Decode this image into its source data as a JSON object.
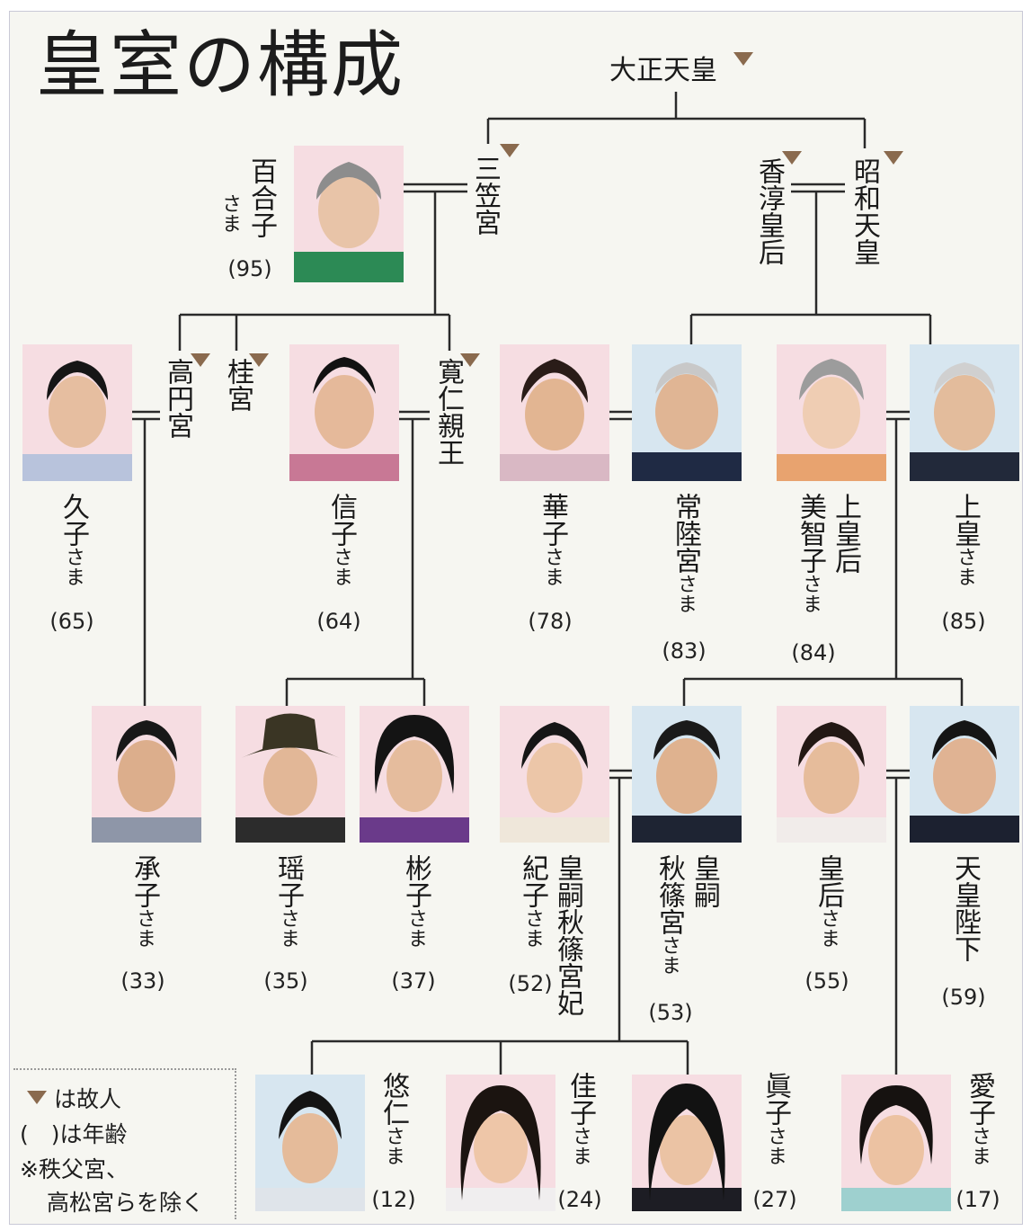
{
  "title": "皇室の構成",
  "emperor_taisho": "大正天皇",
  "people": {
    "yuriko": {
      "name": "百合子",
      "honor": "さま",
      "age": "(95)"
    },
    "mikasa": {
      "name": "三笠宮"
    },
    "kojun": {
      "name": "香淳皇后"
    },
    "showa": {
      "name": "昭和天皇"
    },
    "hisako": {
      "name": "久子",
      "honor": "さま",
      "age": "(65)"
    },
    "takamado": {
      "name": "高円宮"
    },
    "katsura": {
      "name": "桂宮"
    },
    "nobuko": {
      "name": "信子",
      "honor": "さま",
      "age": "(64)"
    },
    "tomohito": {
      "name": "寛仁親王"
    },
    "hanako": {
      "name": "華子",
      "honor": "さま",
      "age": "(78)"
    },
    "hitachi": {
      "name": "常陸宮",
      "honor": "さま",
      "age": "(83)"
    },
    "michiko": {
      "title": "上皇后",
      "name": "美智子",
      "honor": "さま",
      "age": "(84)"
    },
    "joko": {
      "name": "上皇",
      "honor": "さま",
      "age": "(85)"
    },
    "tsuguko": {
      "name": "承子",
      "honor": "さま",
      "age": "(33)"
    },
    "yoko": {
      "name": "瑶子",
      "honor": "さま",
      "age": "(35)"
    },
    "akiko": {
      "name": "彬子",
      "honor": "さま",
      "age": "(37)"
    },
    "kiko": {
      "title": "皇嗣秋篠宮妃",
      "name": "紀子",
      "honor": "さま",
      "age": "(52)"
    },
    "akishino": {
      "title": "皇嗣",
      "name": "秋篠宮",
      "honor": "さま",
      "age": "(53)"
    },
    "kogo": {
      "name": "皇后",
      "honor": "さま",
      "age": "(55)"
    },
    "tenno": {
      "name": "天皇陛下",
      "age": "(59)"
    },
    "hisahito": {
      "name": "悠仁",
      "honor": "さま",
      "age": "(12)"
    },
    "kako": {
      "name": "佳子",
      "honor": "さま",
      "age": "(24)"
    },
    "mako": {
      "name": "眞子",
      "honor": "さま",
      "age": "(27)"
    },
    "aiko": {
      "name": "愛子",
      "honor": "さま",
      "age": "(17)"
    }
  },
  "legend": {
    "deceased": "は故人",
    "age": "(　)は年齢",
    "note_line1": "※秩父宮、",
    "note_line2": "高松宮らを除く"
  },
  "colors": {
    "deceased_marker": "#8a6a4e",
    "photo_bg": "#f6dde2"
  }
}
